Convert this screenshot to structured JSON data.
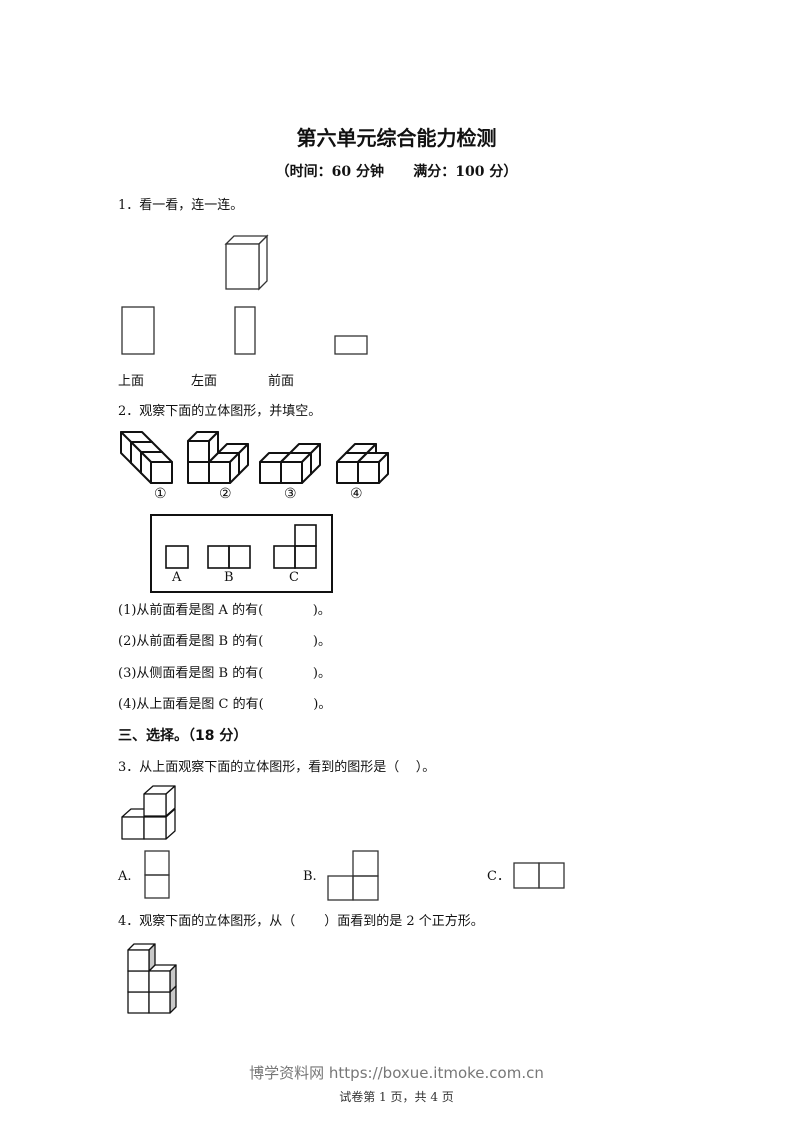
{
  "title": "第六单元综合能力检测",
  "subtitle": "（时间：60 分钟      满分：100 分）",
  "q1": {
    "prompt": "1．看一看，连一连。",
    "labels": [
      "上面",
      "左面",
      "前面"
    ]
  },
  "q2": {
    "prompt": "2．观察下面的立体图形，并填空。",
    "figure_labels": [
      "①",
      "②",
      "③",
      "④"
    ],
    "view_labels": [
      "A",
      "B",
      "C"
    ],
    "blanks": [
      "(1)从前面看是图 A 的有(            )。",
      "(2)从前面看是图 B 的有(            )。",
      "(3)从侧面看是图 B 的有(            )。",
      "(4)从上面看是图 C 的有(            )。"
    ]
  },
  "section3": {
    "heading": "三、选择。（18 分）"
  },
  "q3": {
    "prompt": "3．从上面观察下面的立体图形，看到的图形是（    ）。",
    "options": [
      "A.",
      "B.",
      "C．"
    ]
  },
  "q4": {
    "prompt": "4．观察下面的立体图形，从（       ）面看到的是 2 个正方形。"
  },
  "watermark": "博学资料网 https://boxue.itmoke.com.cn",
  "footer": "试卷第 1 页，共 4 页"
}
